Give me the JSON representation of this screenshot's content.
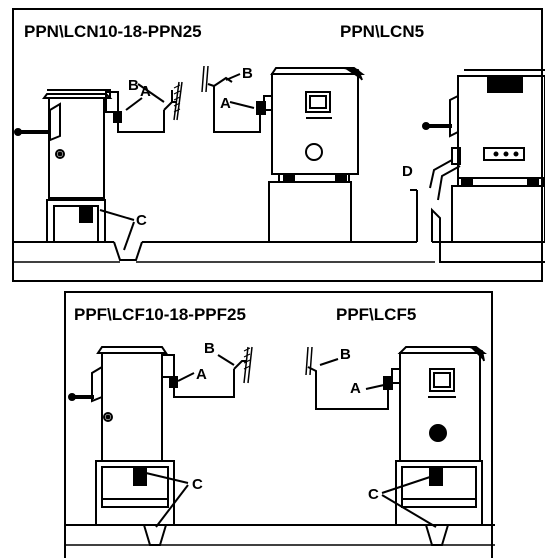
{
  "top_panel": {
    "title_left": "PPN\\LCN10-18-PPN25",
    "title_right": "PPN\\LCN5",
    "labels": {
      "a1": "A",
      "b1": "B",
      "a2": "A",
      "b2": "B",
      "c": "C",
      "d": "D"
    }
  },
  "bottom_panel": {
    "title_left": "PPF\\LCF10-18-PPF25",
    "title_right": "PPF\\LCF5",
    "labels": {
      "a1": "A",
      "b1": "B",
      "a2": "A",
      "b2": "B",
      "c1": "C",
      "c2": "C"
    }
  },
  "colors": {
    "line": "#000000",
    "background": "#ffffff"
  }
}
